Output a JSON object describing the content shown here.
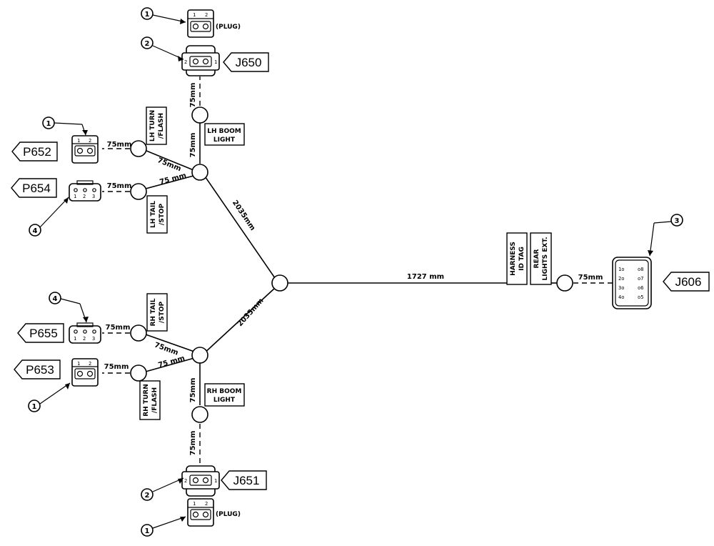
{
  "connectors": {
    "j650": "J650",
    "j651": "J651",
    "j606": "J606",
    "p652": "P652",
    "p654": "P654",
    "p655": "P655",
    "p653": "P653"
  },
  "tags": {
    "lh_turn": [
      "LH TURN",
      "/FLASH"
    ],
    "lh_tail": [
      "LH TAIL",
      "/STOP"
    ],
    "rh_tail": [
      "RH TAIL",
      "/STOP"
    ],
    "rh_turn": [
      "RH TURN",
      "/FLASH"
    ],
    "lh_boom": [
      "LH BOOM",
      "LIGHT"
    ],
    "rh_boom": [
      "RH BOOM",
      "LIGHT"
    ],
    "harness": [
      "HARNESS",
      "ID TAG"
    ],
    "rear": [
      "REAR",
      "LIGHTS EXT."
    ]
  },
  "lengths": {
    "seg75": "75mm",
    "seg75_spaced": "75 mm",
    "seg2035": "2035mm",
    "seg1727": "1727 mm"
  },
  "plug_label": "(PLUG)",
  "callouts": {
    "one": "1",
    "two": "2",
    "three": "3",
    "four": "4"
  },
  "pins": {
    "two_pin": [
      "1",
      "2"
    ],
    "three_pin": [
      "1",
      "2",
      "3"
    ],
    "j606_left": [
      "1o",
      "2o",
      "3o",
      "4o"
    ],
    "j606_right": [
      "o8",
      "o7",
      "o6",
      "o5"
    ]
  }
}
